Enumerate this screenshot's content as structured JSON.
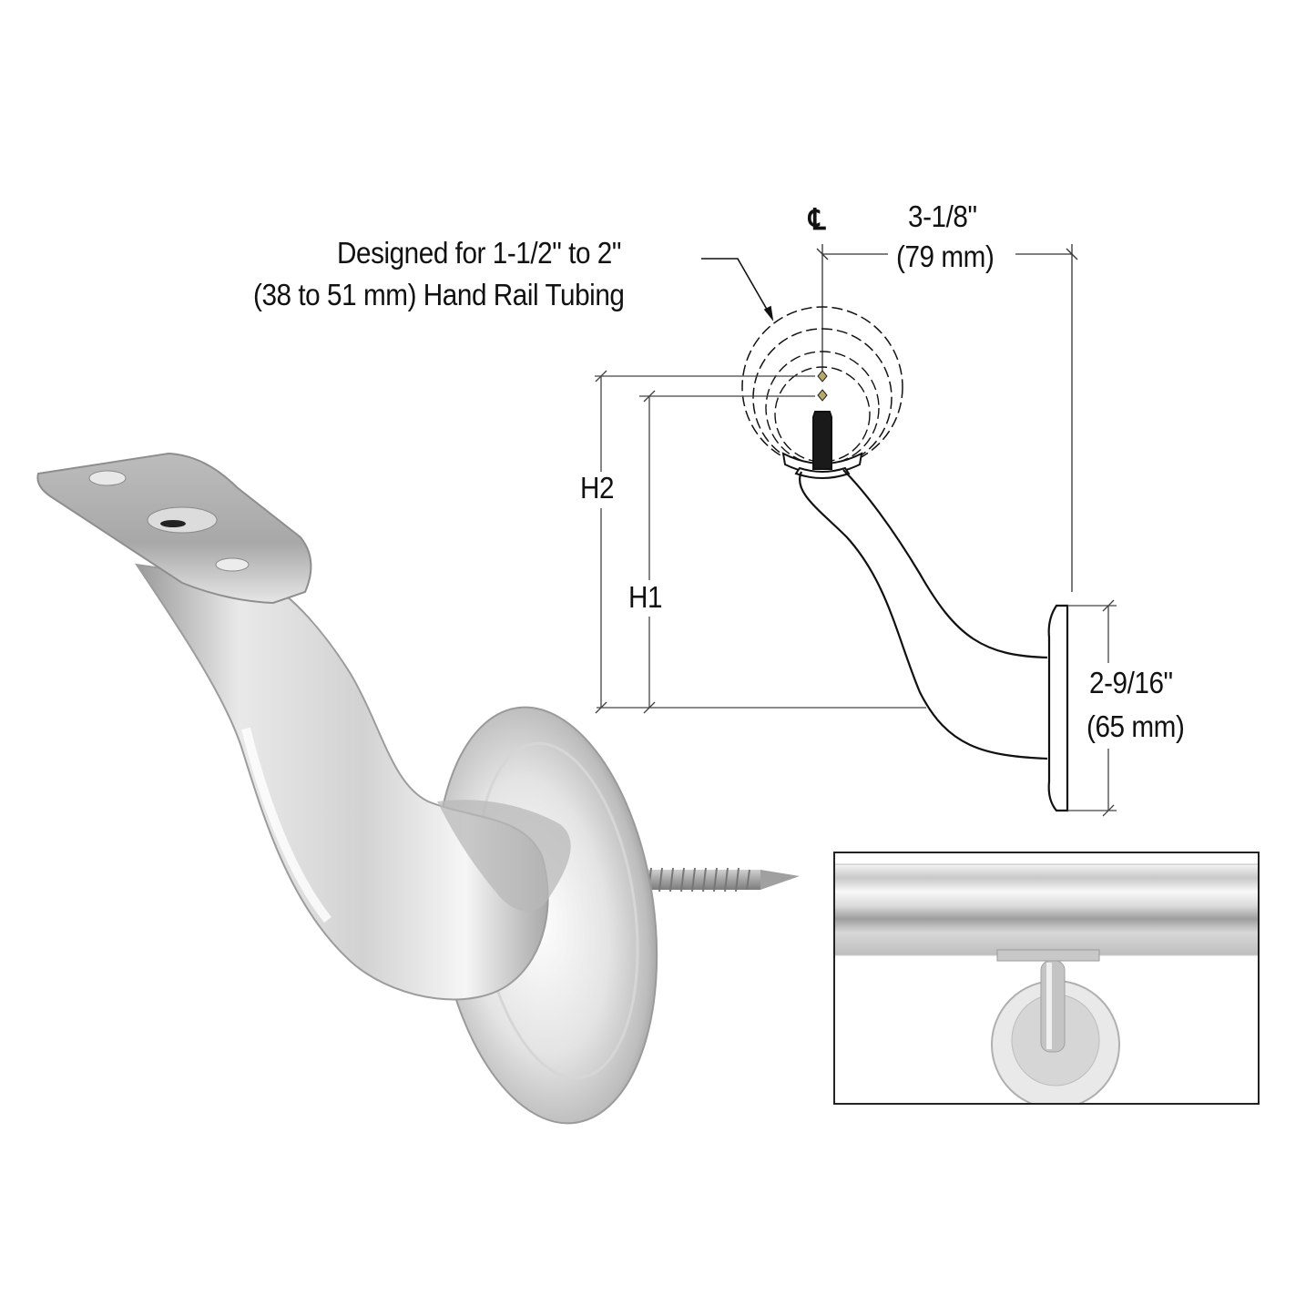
{
  "diagram": {
    "subject": "Hand rail bracket with wall flange and lag screw",
    "callout_note": {
      "line1": "Designed for 1-1/2\" to 2\"",
      "line2": "(38 to 51 mm) Hand Rail Tubing"
    },
    "centerline_symbol": "℄",
    "dimensions": {
      "projection": {
        "imperial": "3-1/8\"",
        "metric": "(79 mm)"
      },
      "flange_height": {
        "imperial": "2-9/16\"",
        "metric": "(65 mm)"
      },
      "height_labels": {
        "h2": "H2",
        "h1": "H1"
      }
    },
    "views": [
      {
        "name": "product-photo",
        "description": "Polished stainless bracket 3/4 view with saddle plate, curved arm, round flange and lag screw"
      },
      {
        "name": "technical-drawing",
        "description": "Side elevation with dashed rail tube circles"
      },
      {
        "name": "installed-inset",
        "description": "Front view of bracket supporting round hand rail"
      }
    ],
    "colors": {
      "line": "#111111",
      "dim_line": "#555555",
      "metal_light": "#f2f2f2",
      "metal_mid": "#c9c9c9",
      "metal_dark": "#8a8a8a",
      "background": "#ffffff"
    }
  }
}
